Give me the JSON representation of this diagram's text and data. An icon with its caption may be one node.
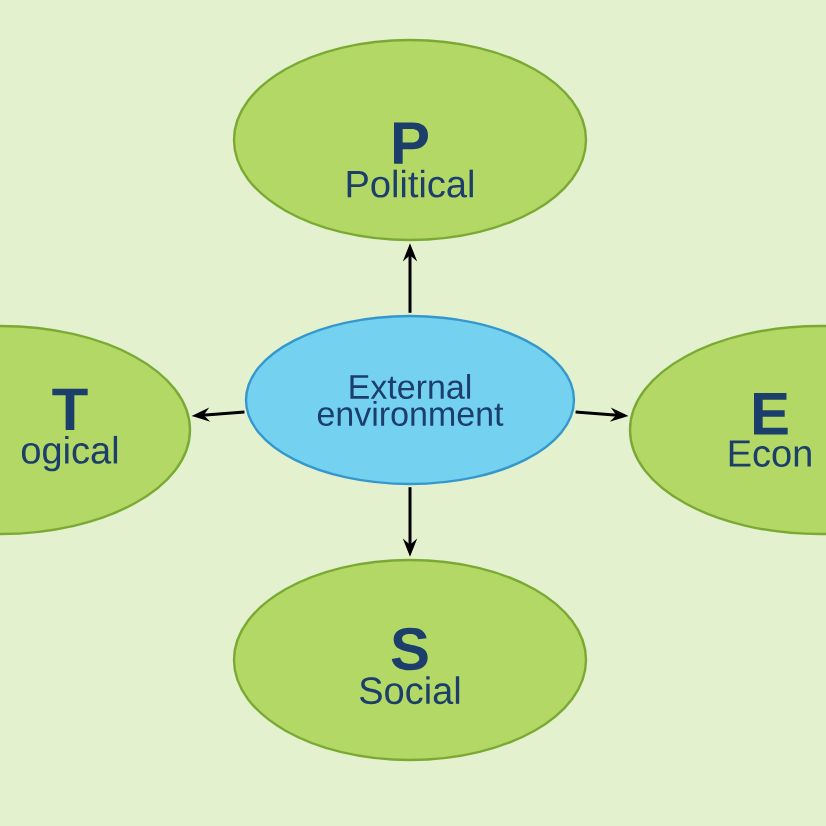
{
  "diagram": {
    "nodes": [
      {
        "text": [
          "P",
          "Political"
        ]
      },
      {
        "text": [
          "T",
          "ogical"
        ]
      },
      {
        "text": [
          "External environment"
        ]
      },
      {
        "text": [
          "E",
          "Econ"
        ]
      },
      {
        "text": [
          "S",
          "Social"
        ]
      }
    ],
    "edges": [
      {
        "from": 2,
        "to": 0,
        "arrow": "to"
      },
      {
        "from": 2,
        "to": 1,
        "arrow": "to"
      },
      {
        "from": 2,
        "to": 3,
        "arrow": "to"
      },
      {
        "from": 2,
        "to": 4,
        "arrow": "to"
      }
    ]
  }
}
